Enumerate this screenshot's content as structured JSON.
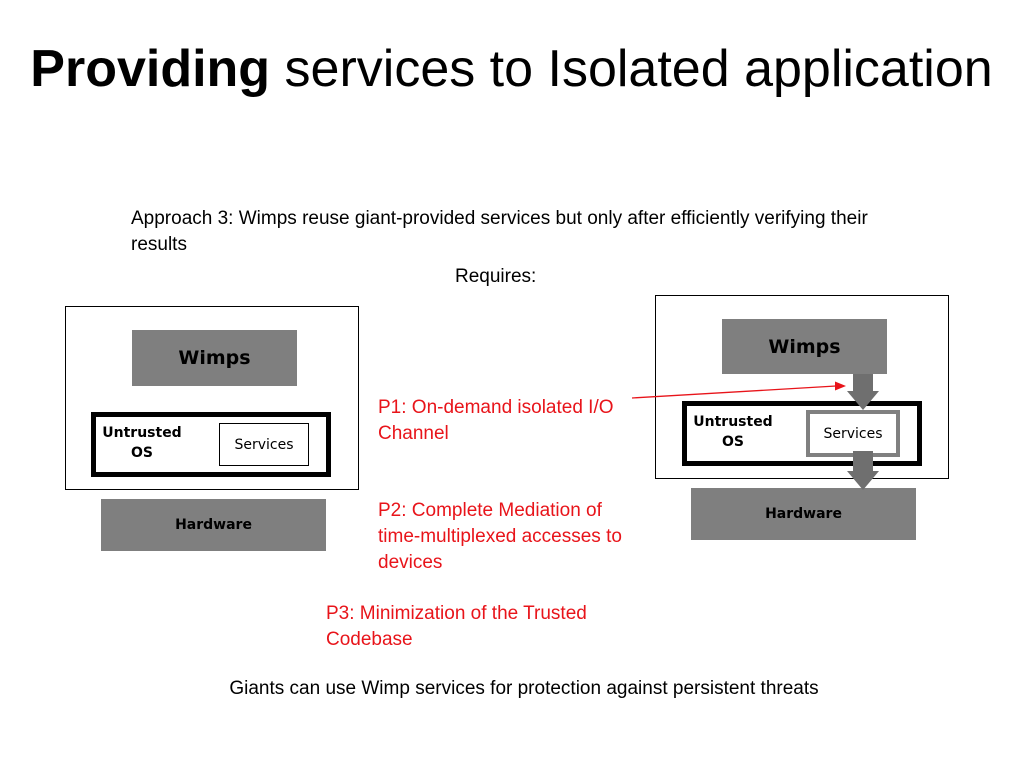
{
  "title": {
    "bold": "Providing",
    "rest": " services to Isolated application"
  },
  "approach": "Approach 3: Wimps reuse giant-provided services but only after efficiently verifying their results",
  "requires": "Requires:",
  "requirements": [
    "P1: On-demand isolated I/O Channel",
    "P2: Complete Mediation of time-multiplexed accesses to devices",
    "P3: Minimization of the Trusted Codebase"
  ],
  "footer": "Giants can use Wimp services for protection against persistent threats",
  "left_diagram": {
    "wimps": "Wimps",
    "os_line1": "Untrusted",
    "os_line2": "OS",
    "services": "Services",
    "hardware": "Hardware"
  },
  "right_diagram": {
    "wimps": "Wimps",
    "os_line1": "Untrusted",
    "os_line2": "OS",
    "services": "Services",
    "hardware": "Hardware"
  },
  "colors": {
    "requirement_text": "#e8141a",
    "box_fill": "#7f7f7f",
    "arrow_fill": "#6f6f6f"
  }
}
